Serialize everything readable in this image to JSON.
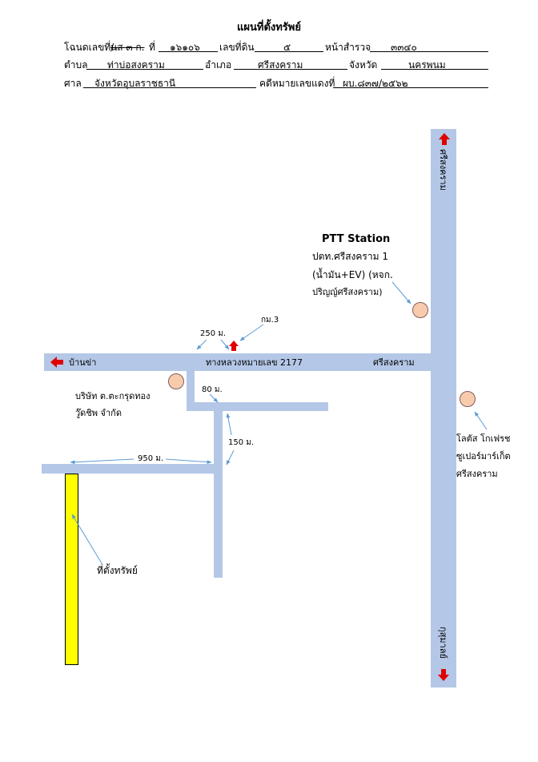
{
  "header": {
    "title": "แผนที่ตั้งทรัพย์",
    "row1": {
      "deed_label": "โฉนดเลขที่/",
      "deed_struck": "นส ๓ ก.",
      "deed_no_label": "ที่",
      "deed_no": "๑๖๑๐๖",
      "land_no_label": "เลขที่ดิน",
      "land_no": "๕",
      "survey_label": "หน้าสำรวจ",
      "survey_no": "๓๓๔๐"
    },
    "row2": {
      "subdistrict_label": "ตำบล",
      "subdistrict": "ท่าบ่อสงคราม",
      "district_label": "อำเภอ",
      "district": "ศรีสงคราม",
      "province_label": "จังหวัด",
      "province": "นครพนม"
    },
    "row3": {
      "court_label": "ศาล",
      "court": "จังหวัดอุบลราชธานี",
      "case_label": "คดีหมายเลขแดงที่",
      "case_no": "ผบ.๘๓๗/๒๕๖๒"
    }
  },
  "map": {
    "road_main_label": "ทางหลวงหมายเลข 2177",
    "west_label": "บ้านข่า",
    "east_label": "ศรีสงคราม",
    "north_label": "ศรีสงคราม",
    "south_label": "กุสุมาลย์",
    "km_label": "กม.3",
    "dist_250": "250 ม.",
    "dist_80": "80 ม.",
    "dist_150": "150 ม.",
    "dist_950": "950 ม.",
    "ptt_title": "PTT Station",
    "ptt_line1": "ปตท.ศรีสงคราม 1",
    "ptt_line2": "(น้ำมัน+EV) (หจก.",
    "ptt_line3": "ปริญญ์ศรีสงคราม)",
    "company_line1": "บริษัท ต.ตะกรุดทอง",
    "company_line2": "วู๊ดชิพ จำกัด",
    "lotus_line1": "โลตัส โกเฟรช",
    "lotus_line2": "ซูเปอร์มาร์เก็ต",
    "lotus_line3": "ศรีสงคราม",
    "property_label": "ที่ตั้งทรัพย์"
  },
  "colors": {
    "road": "#b4c7e7",
    "poi": "#f8cbad",
    "property": "#ffff00",
    "arrow_red": "#e00000",
    "leader": "#5b9bd5"
  }
}
